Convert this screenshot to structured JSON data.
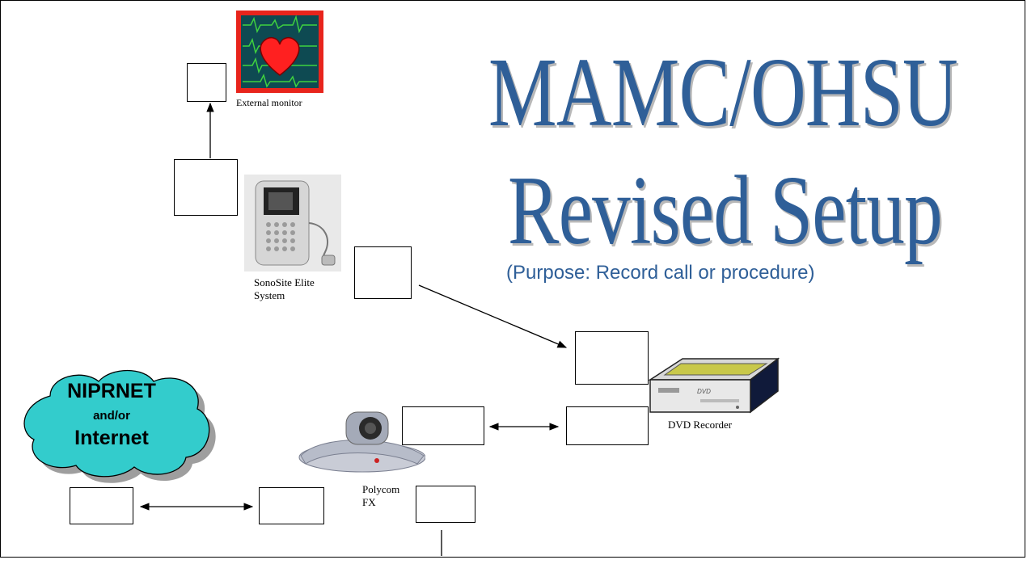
{
  "title": {
    "line1": "MAMC/OHSU",
    "line2": "Revised Setup",
    "subtitle": "(Purpose: Record call or procedure)"
  },
  "labels": {
    "external_monitor": "External monitor",
    "sonosite_line1": "SonoSite Elite",
    "sonosite_line2": "System",
    "dvd_recorder": "DVD Recorder",
    "polycom_line1": "Polycom",
    "polycom_line2": "FX"
  },
  "cloud": {
    "line1": "NIPRNET",
    "line2": "and/or",
    "line3": "Internet",
    "fill": "#33cccc"
  },
  "colors": {
    "title": "#2f5f98",
    "monitor_frame": "#e8241c",
    "heart": "#ff2020",
    "dvd_screen": "#c8c84a"
  },
  "icons": {
    "monitor": "heart-monitor-icon",
    "ultrasound": "ultrasound-device-icon",
    "dvd": "dvd-recorder-icon",
    "polycom": "video-conference-camera-icon"
  }
}
